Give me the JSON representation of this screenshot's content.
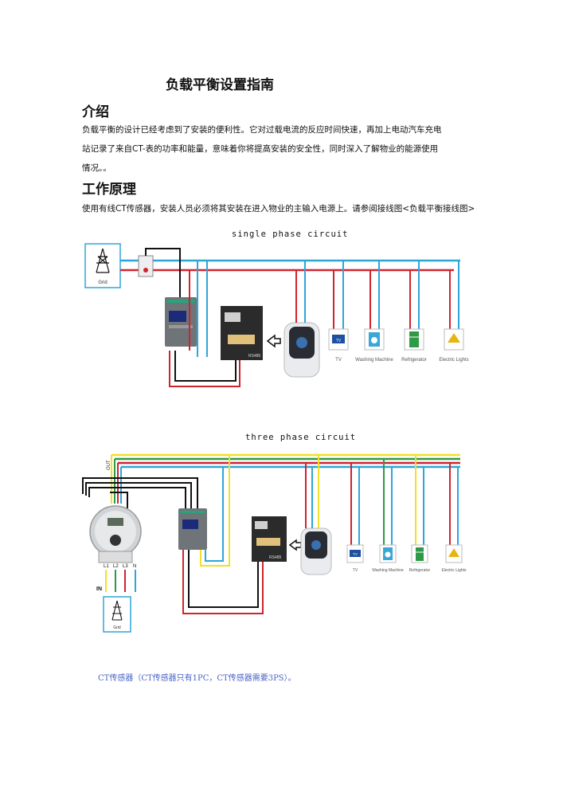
{
  "title": "负载平衡设置指南",
  "intro": {
    "heading": "介绍",
    "line1": "负载平衡的设计已经考虑到了安装的便利性。它对过载电流的反应时间快速，再加上电动汽车充电",
    "line2": "站记录了来自CT-表的功率和能量，意味着你将提高安装的安全性，同时深入了解物业的能源使用",
    "line3": "情况。。"
  },
  "principle": {
    "heading": "工作原理",
    "text": "使用有线CT传感器，安装人员必须将其安装在进入物业的主输入电源上。请参阅接线图<负载平衡接线图>"
  },
  "diagram1": {
    "title": "single phase circuit",
    "grid_label": "Grid",
    "rs485_label": "RS485",
    "appliances": [
      "TV",
      "Washing Machine",
      "Refrigerator",
      "Electric Lights"
    ],
    "tv_screen": "TV"
  },
  "diagram2": {
    "title": "three phase circuit",
    "grid_label": "Grid",
    "rs485_label": "RS485",
    "out_label": "OUT",
    "in_label": "IN",
    "terminals": [
      "L1",
      "L2",
      "L3",
      "N"
    ],
    "appliances": [
      "TV",
      "Washing Machine",
      "Refrigerator",
      "Electric Lights"
    ],
    "tv_screen": "TV"
  },
  "note": "CT传感器（CT传感器只有1PC，CT传感器需要3PS）。",
  "colors": {
    "live": "#d1232f",
    "neutral": "#2ea6d8",
    "ground": "#111111",
    "yellow": "#f3df26",
    "green": "#2e9a46",
    "tv": "#1e4fa0",
    "washer": "#3aa7d8",
    "fridge": "#2e9a46",
    "light": "#e7b50f"
  }
}
